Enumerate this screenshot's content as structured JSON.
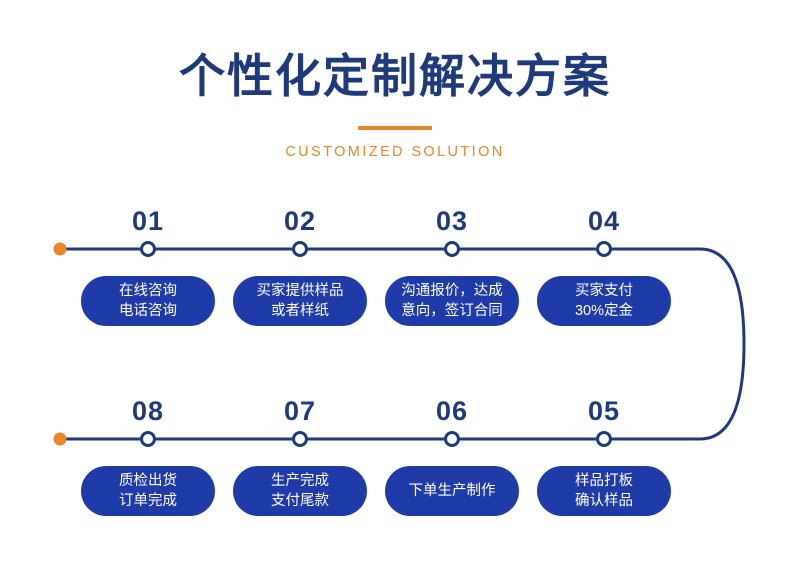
{
  "header": {
    "title": "个性化定制解决方案",
    "subtitle": "CUSTOMIZED SOLUTION",
    "accent_color": "#e8862a",
    "title_color": "#1f3a7a"
  },
  "theme": {
    "pill_bg": "#1f3ba8",
    "line_color": "#1f3a7a",
    "dot_fill": "#ffffff",
    "dot_stroke": "#1f3a7a",
    "cap_color": "#e8862a"
  },
  "flow": {
    "row_top": [
      {
        "number": "01",
        "lines": [
          "在线咨询",
          "电话咨询"
        ]
      },
      {
        "number": "02",
        "lines": [
          "买家提供样品",
          "或者样纸"
        ]
      },
      {
        "number": "03",
        "lines": [
          "沟通报价，达成",
          "意向，签订合同"
        ]
      },
      {
        "number": "04",
        "lines": [
          "买家支付",
          "30%定金"
        ]
      }
    ],
    "row_bottom": [
      {
        "number": "08",
        "lines": [
          "质检出货",
          "订单完成"
        ]
      },
      {
        "number": "07",
        "lines": [
          "生产完成",
          "支付尾款"
        ]
      },
      {
        "number": "06",
        "lines": [
          "下单生产制作"
        ]
      },
      {
        "number": "05",
        "lines": [
          "样品打板",
          "确认样品"
        ]
      }
    ]
  }
}
